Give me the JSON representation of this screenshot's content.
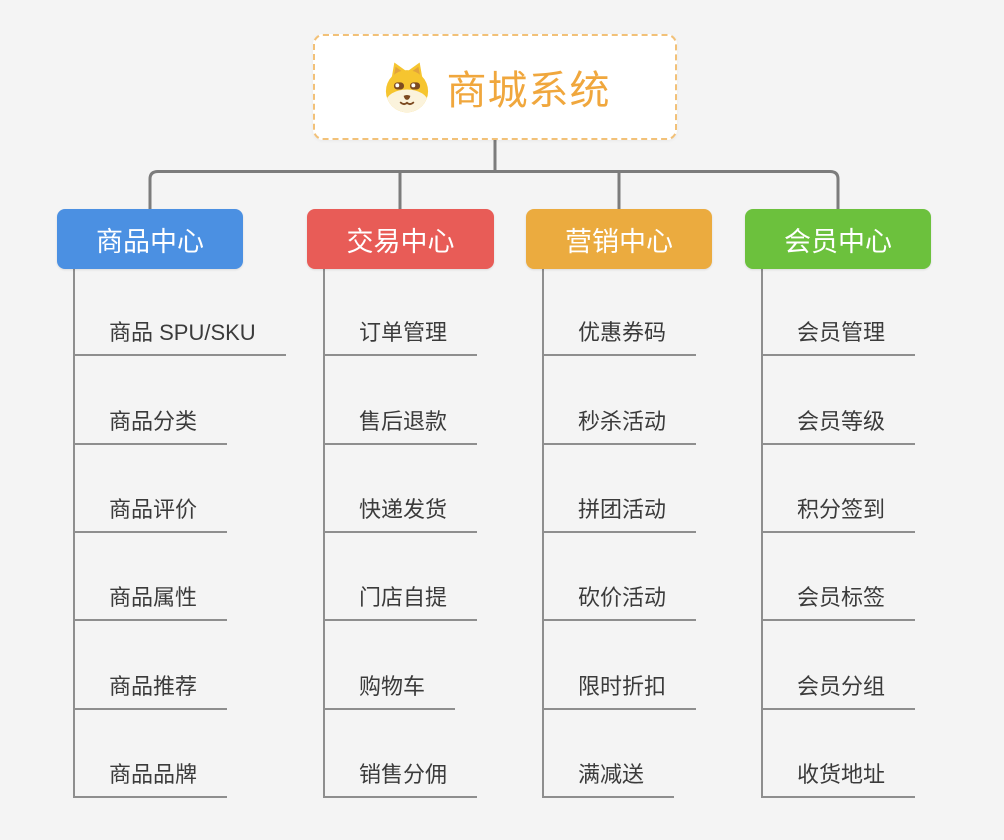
{
  "diagram": {
    "root": {
      "label": "商城系统",
      "icon": "dog-face-icon"
    },
    "branches": [
      {
        "label": "商品中心",
        "color": "#4b90e2",
        "children": [
          "商品 SPU/SKU",
          "商品分类",
          "商品评价",
          "商品属性",
          "商品推荐",
          "商品品牌"
        ]
      },
      {
        "label": "交易中心",
        "color": "#e85c57",
        "children": [
          "订单管理",
          "售后退款",
          "快递发货",
          "门店自提",
          "购物车",
          "销售分佣"
        ]
      },
      {
        "label": "营销中心",
        "color": "#ebab3f",
        "children": [
          "优惠券码",
          "秒杀活动",
          "拼团活动",
          "砍价活动",
          "限时折扣",
          "满减送"
        ]
      },
      {
        "label": "会员中心",
        "color": "#6cc13d",
        "children": [
          "会员管理",
          "会员等级",
          "积分签到",
          "会员标签",
          "会员分组",
          "收货地址"
        ]
      }
    ],
    "colors": {
      "background": "#f4f4f4",
      "root_text": "#f0a73d",
      "root_border": "#f2c178",
      "connector_line": "#7c7c7c",
      "leaf_line": "#8e8e8e",
      "leaf_text": "#3b3b3b"
    }
  }
}
